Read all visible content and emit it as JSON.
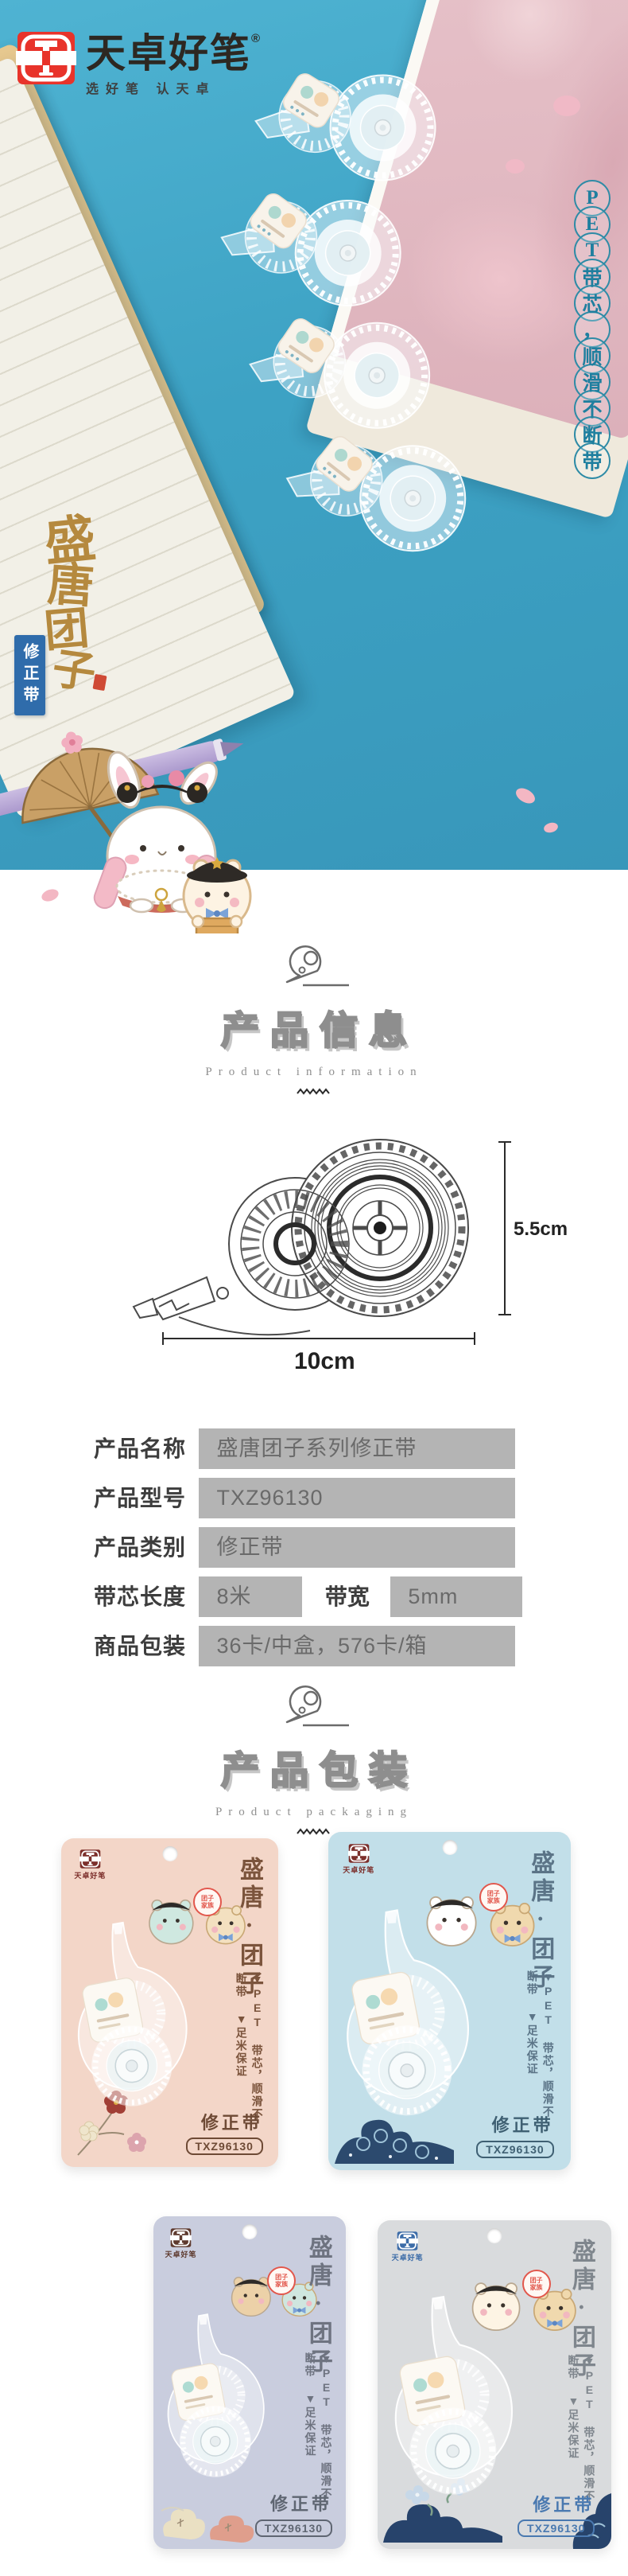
{
  "brand": {
    "emblem_letter": "T",
    "name": "天卓好笔",
    "registered_mark": "®",
    "tagline": "选好笔 认天卓"
  },
  "hero": {
    "slogan_text": "PET带芯，顺滑不断带",
    "slogan_chars": [
      "P",
      "E",
      "T",
      "带",
      "芯",
      "，",
      "顺",
      "滑",
      "不",
      "断",
      "带"
    ],
    "calligraphy_text": "盛唐团子",
    "calligraphy_chars": [
      "盛",
      "唐",
      "团",
      "子"
    ],
    "category_badge": "修正带"
  },
  "sections": {
    "info": {
      "title": "产品信息",
      "subtitle": "Product information"
    },
    "packaging": {
      "title": "产品包装",
      "subtitle": "Product packaging"
    }
  },
  "diagram": {
    "height_label": "5.5cm",
    "width_label": "10cm"
  },
  "specs": {
    "rows": [
      {
        "label": "产品名称",
        "value": "盛唐团子系列修正带"
      },
      {
        "label": "产品型号",
        "value": "TXZ96130"
      },
      {
        "label": "产品类别",
        "value": "修正带"
      },
      {
        "label": "带芯长度",
        "value": "8米",
        "label2": "带宽",
        "value2": "5mm"
      },
      {
        "label": "商品包装",
        "value": "36卡/中盒，576卡/箱"
      }
    ]
  },
  "cards": [
    {
      "title": "盛唐·团子",
      "badge_line1": "团子",
      "badge_line2": "家族",
      "brand": "天卓好笔",
      "feature_main": "▼PET 带芯，顺滑不断带",
      "feature_sub": "▼足米保证",
      "category": "修正带",
      "model": "TXZ96130",
      "bg_color": "#f3d6c8",
      "accent_color": "#7b543c"
    },
    {
      "title": "盛唐·团子",
      "badge_line1": "团子",
      "badge_line2": "家族",
      "brand": "天卓好笔",
      "feature_main": "▼PET 带芯，顺滑不断带",
      "feature_sub": "▼足米保证",
      "category": "修正带",
      "model": "TXZ96130",
      "bg_color": "#c2dfe9",
      "accent_color": "#5b7487"
    },
    {
      "title": "盛唐·团子",
      "badge_line1": "团子",
      "badge_line2": "家族",
      "brand": "天卓好笔",
      "feature_main": "▼PET 带芯，顺滑不断带",
      "feature_sub": "▼足米保证",
      "category": "修正带",
      "model": "TXZ96130",
      "bg_color": "#c9cdde",
      "accent_color": "#6e7380"
    },
    {
      "title": "盛唐·团子",
      "badge_line1": "团子",
      "badge_line2": "家族",
      "brand": "天卓好笔",
      "feature_main": "▼PET 带芯，顺滑不断带",
      "feature_sub": "▼足米保证",
      "category": "修正带",
      "model": "TXZ96130",
      "bg_color": "#d9dbdd",
      "accent_color": "#4a79b0"
    }
  ],
  "colors": {
    "desk_teal": "#3da2c4",
    "slogan_teal": "#2e8ba6",
    "calligraphy_gold": "#b5893e",
    "badge_blue": "#2f6cab",
    "logo_red": "#e8332a",
    "table_box_gray": "#b4b4b4",
    "table_label_dark": "#3d3d3d",
    "header_outline_gray": "#8e8e8e"
  }
}
